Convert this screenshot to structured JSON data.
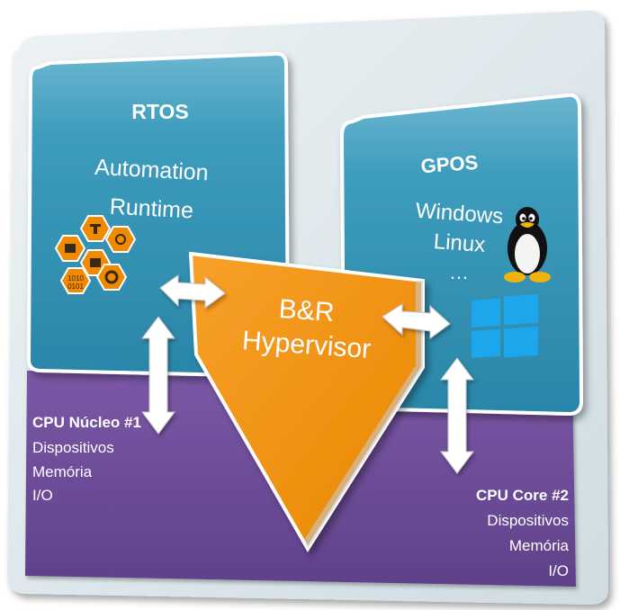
{
  "rtos": {
    "title": "RTOS",
    "line1": "Automation",
    "line2": "Runtime",
    "icon": "automation-runtime-hexagon-cluster",
    "hex_label": "1010\n0101"
  },
  "gpos": {
    "title": "GPOS",
    "line1": "Windows",
    "line2": "Linux",
    "line3": "…",
    "icons": [
      "linux-penguin-icon",
      "windows-logo-icon"
    ]
  },
  "hypervisor": {
    "line1": "B&R",
    "line2": "Hypervisor"
  },
  "core1": {
    "title": "CPU Núcleo #1",
    "line1": "Dispositivos",
    "line2": "Memória",
    "line3": "I/O"
  },
  "core2": {
    "title": "CPU Core #2",
    "line1": "Dispositivos",
    "line2": "Memória",
    "line3": "I/O"
  },
  "colors": {
    "board": "#dfe8ec",
    "os_box": "#2f93b5",
    "cpu_band": "#6c4b97",
    "hypervisor": "#f29414",
    "arrow": "#ffffff",
    "windows_blue": "#1da6ec"
  }
}
